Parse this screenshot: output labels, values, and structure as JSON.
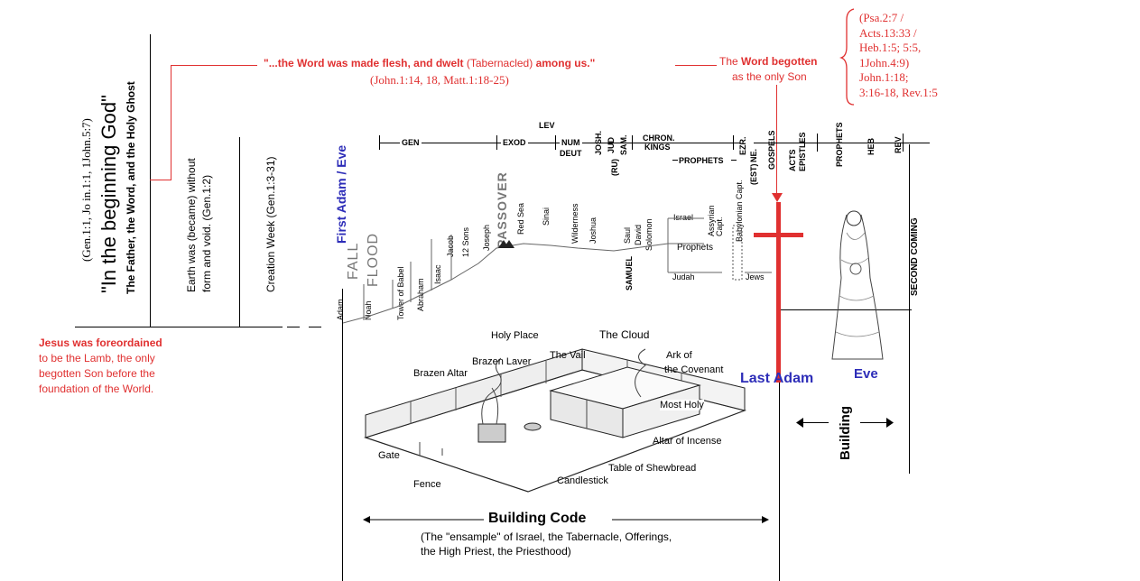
{
  "left_block": {
    "refs": "(Gen.1:1, Jo in.1:1, 1John.5:7)",
    "in_beginning": "\"In the beginning God\"",
    "trinity": "The Father, the Word, and the Holy Ghost",
    "earth": "Earth was (became) without",
    "earth2": "form and void. (Gen.1:2)",
    "creation_week": "Creation Week (Gen.1:3-31)"
  },
  "foreordained": {
    "line1": "Jesus was foreordained",
    "line2": "to be the Lamb, the only",
    "line3": "begotten Son before the",
    "line4": "foundation of the World."
  },
  "word_flesh": {
    "quote_a": "\"...the Word was made flesh, and dwelt",
    "quote_b": "(Tabernacled)",
    "quote_c": "among us.\"",
    "ref": "(John.1:14, 18, Matt.1:18-25)"
  },
  "begotten": {
    "the": "The",
    "word_begotten": "Word begotten",
    "as_son": "as the only Son",
    "refs": [
      "(Psa.2:7 /",
      "Acts.13:33 /",
      "Heb.1:5; 5:5,",
      "1John.4:9)",
      "John.1:18;",
      "3:16-18, Rev.1:5"
    ]
  },
  "timeline": {
    "first_adam": "First Adam / Eve",
    "fall": "FALL",
    "flood": "FLOOD",
    "adam": "Adam",
    "noah": "Noah",
    "babel": "Tower of Babel",
    "abraham": "Abraham",
    "isaac": "Isaac",
    "jacob": "Jacob",
    "twelve_sons": "12 Sons",
    "joseph": "Joseph",
    "passover": "PASSOVER",
    "red_sea": "Red Sea",
    "sinai": "Sinai",
    "wilderness": "Wilderness",
    "joshua": "Joshua",
    "samuel": "SAMUEL",
    "saul": "Saul",
    "david": "David",
    "solomon": "Solomon",
    "israel": "Israel",
    "assyrian": "Assyrian Capt.",
    "prophets_lower": "Prophets",
    "judah": "Judah",
    "babylonian": "Babylonian Capt.",
    "jews": "Jews",
    "books": {
      "gen": "GEN",
      "exod": "EXOD",
      "lev": "LEV",
      "num": "NUM",
      "deut": "DEUT",
      "josh": "JOSH.",
      "jud": "JUD",
      "ru": "(RU)",
      "sam": "SAM.",
      "chron": "CHRON.",
      "kings": "KINGS",
      "prophets": "PROPHETS",
      "ezr": "EZR.",
      "ne": "NE.",
      "est": "(EST)",
      "gospels": "GOSPELS",
      "acts": "ACTS",
      "epistles": "EPISTLES",
      "prophets2": "PROPHETS",
      "heb": "HEB",
      "rev": "REV"
    },
    "second_coming": "SECOND COMING"
  },
  "last_adam": "Last Adam",
  "eve": "Eve",
  "building": "Building",
  "tabernacle": {
    "holy_place": "Holy Place",
    "the_cloud": "The Cloud",
    "the_vail": "The Vail",
    "brazen_laver": "Brazen Laver",
    "brazen_altar": "Brazen Altar",
    "ark1": "Ark of",
    "ark2": "the Covenant",
    "most_holy": "Most Holy",
    "altar_incense": "Altar of Incense",
    "gate": "Gate",
    "table": "Table of Shewbread",
    "candlestick": "Candlestick",
    "fence": "Fence"
  },
  "building_code": {
    "title": "Building Code",
    "line1": "(The \"ensample\" of Israel, the Tabernacle, Offerings,",
    "line2": "the High Priest, the Priesthood)"
  },
  "colors": {
    "red": "#e03030",
    "blue": "#2d2db8"
  }
}
